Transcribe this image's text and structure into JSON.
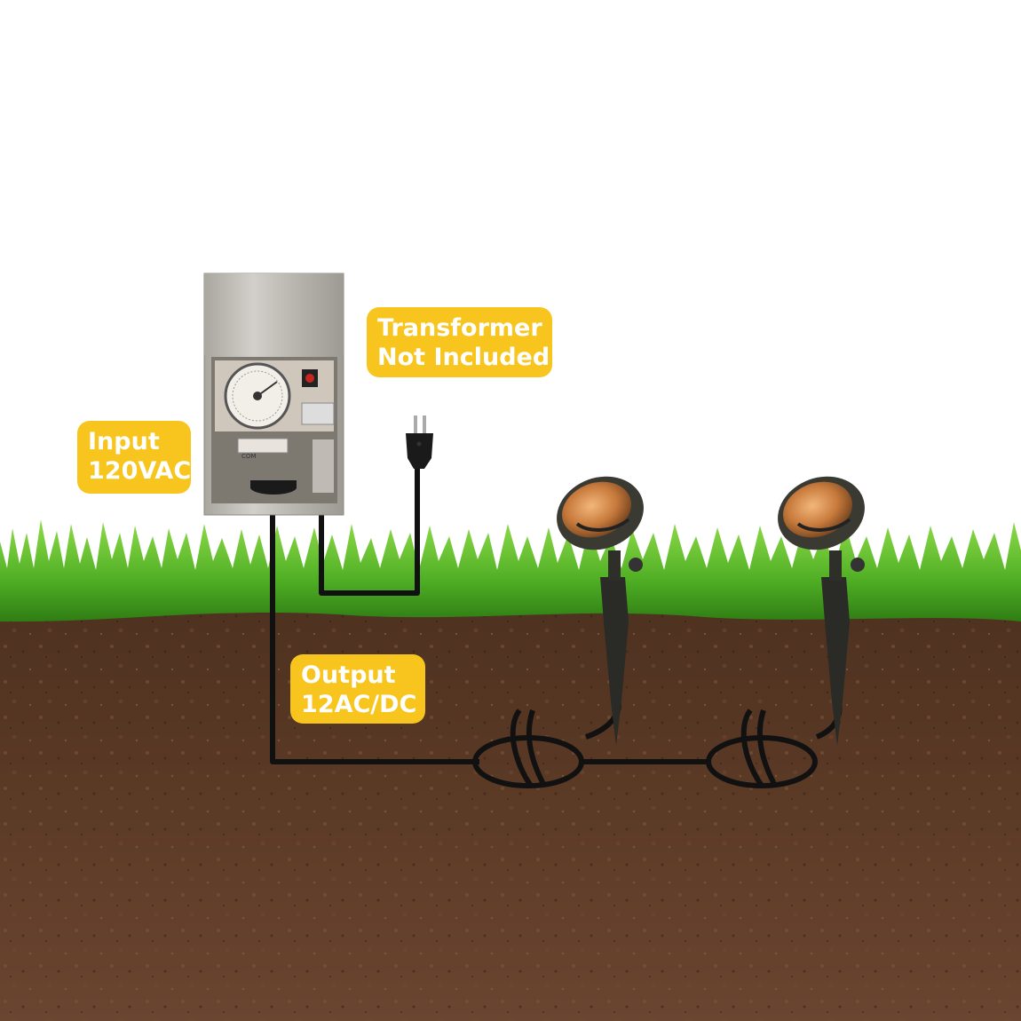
{
  "labels": {
    "transformer": {
      "line1": "Transformer",
      "line2": "Not Included"
    },
    "input": {
      "line1": "Input",
      "line2": "120VAC"
    },
    "output": {
      "line1": "Output",
      "line2": "12AC/DC"
    }
  },
  "terminal_block_text": "COM",
  "colors": {
    "label_bg": "#f7c51d",
    "label_text": "#ffffff",
    "soil": "#5a3a26",
    "grass": "#55b82a",
    "cable": "#111111",
    "steel": "#b9b6b1"
  },
  "icons": {
    "transformer": "transformer-box-icon",
    "plug": "power-plug-icon",
    "light": "spotlight-icon"
  }
}
